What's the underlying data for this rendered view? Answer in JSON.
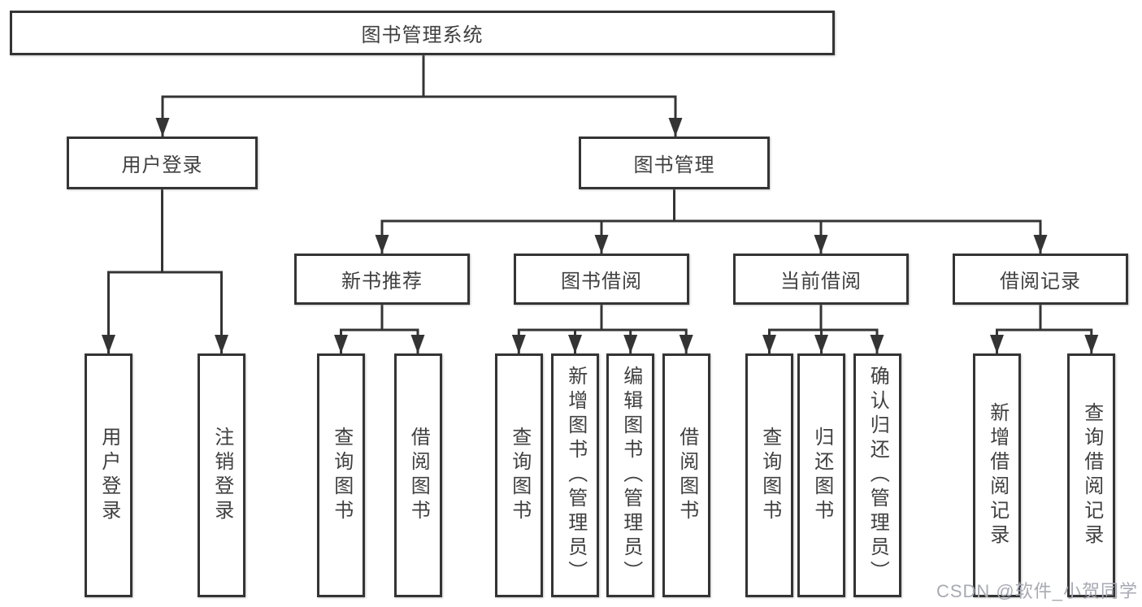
{
  "diagram": {
    "title": "图书管理系统",
    "tree": {
      "root": {
        "label": "图书管理系统"
      },
      "children": [
        {
          "label": "用户登录",
          "children": [
            {
              "label": "用户登录"
            },
            {
              "label": "注销登录"
            }
          ]
        },
        {
          "label": "图书管理",
          "children": [
            {
              "label": "新书推荐",
              "children": [
                {
                  "label": "查询图书"
                },
                {
                  "label": "借阅图书"
                }
              ]
            },
            {
              "label": "图书借阅",
              "children": [
                {
                  "label": "查询图书"
                },
                {
                  "label": "新增图书（管理员）"
                },
                {
                  "label": "编辑图书（管理员）"
                },
                {
                  "label": "借阅图书"
                }
              ]
            },
            {
              "label": "当前借阅",
              "children": [
                {
                  "label": "查询图书"
                },
                {
                  "label": "归还图书"
                },
                {
                  "label": "确认归还（管理员）"
                }
              ]
            },
            {
              "label": "借阅记录",
              "children": [
                {
                  "label": "新增借阅记录"
                },
                {
                  "label": "查询借阅记录"
                }
              ]
            }
          ]
        }
      ]
    },
    "colors": {
      "line": "#343434",
      "text": "#404040",
      "watermark": "#a8a9b3"
    }
  },
  "watermark": {
    "text": "CSDN @软件_小贺同学"
  }
}
